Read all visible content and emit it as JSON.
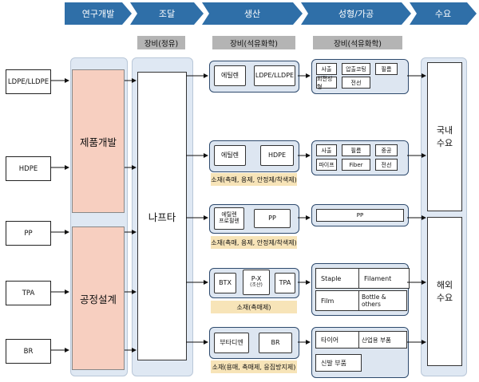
{
  "stages": [
    "연구개발",
    "조달",
    "생산",
    "성형/가공",
    "수요"
  ],
  "equipment": {
    "procure": "장비(정유)",
    "produce": "장비(석유화학)",
    "process": "장비(석유화학)"
  },
  "products": [
    "LDPE/LLDPE",
    "HDPE",
    "PP",
    "TPA",
    "BR"
  ],
  "rnd": {
    "product_dev": "제품개발",
    "process_design": "공정설계"
  },
  "naphtha": "나프타",
  "rows": {
    "ldpe": {
      "prod": [
        "에틸렌",
        "LDPE/LLDPE"
      ],
      "uses": [
        "사출",
        "압출코팅",
        "필름",
        "회전성형",
        "전선"
      ]
    },
    "hdpe": {
      "prod": [
        "에틸렌",
        "HDPE"
      ],
      "material": "소재(촉매, 용제, 안정제/착색제)",
      "uses": [
        "사출",
        "필름",
        "중공",
        "파이프",
        "Fiber",
        "전선"
      ]
    },
    "pp": {
      "prod": [
        "에틸렌\n프로필렌",
        "PP"
      ],
      "material": "소재(촉매, 용제, 안정제/착색제)",
      "uses": [
        "PP"
      ]
    },
    "tpa": {
      "prod": [
        "BTX",
        "P-X",
        "(조산)",
        "TPA"
      ],
      "material": "소재(촉매제)",
      "uses": [
        "Staple",
        "Filament",
        "Film",
        "Bottle & others"
      ]
    },
    "br": {
      "prod": [
        "부타디엔",
        "BR"
      ],
      "material": "소재(용매, 촉매제, 응집방지제)",
      "uses": [
        "타이어",
        "산업용 부품",
        "신발 부품"
      ]
    }
  },
  "demand": {
    "domestic": "국내\n수요",
    "overseas": "해외\n수요"
  }
}
